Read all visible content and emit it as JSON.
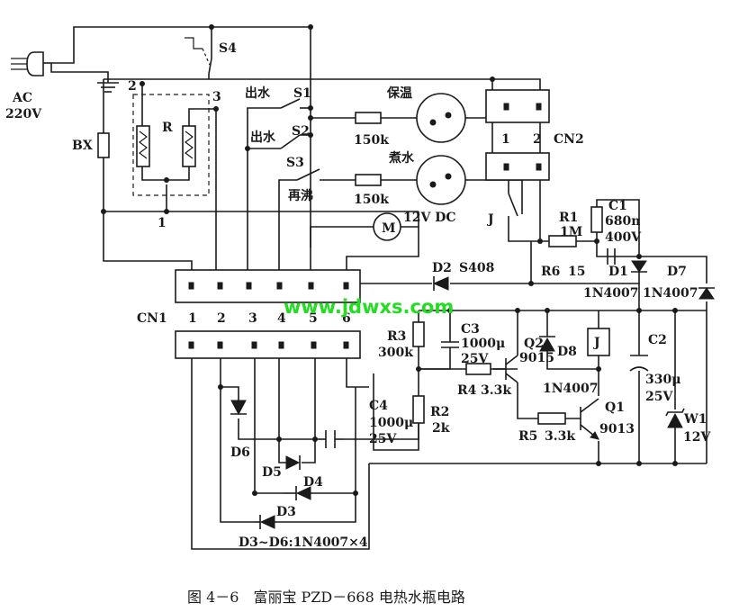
{
  "watermark": "www.jdwxs.com",
  "caption": "图 4－6　富丽宝 PZD－668 电热水瓶电路",
  "labels": {
    "ac": "AC",
    "v220": "220V",
    "bx": "BX",
    "s4": "S4",
    "node2": "2",
    "node3": "3",
    "node1": "1",
    "r": "R",
    "chushui1": "出水",
    "s1": "S1",
    "chushui2": "出水",
    "s2": "S2",
    "s3": "S3",
    "zaifei": "再沸",
    "baowen": "保温",
    "zhushui": "煮水",
    "r150k_1": "150k",
    "r150k_2": "150k",
    "motor": "M",
    "motor_rating": "12V DC",
    "cn2": "CN2",
    "cn2_1": "1",
    "cn2_2": "2",
    "j": "J",
    "r1": "R1",
    "r1_val": "1M",
    "c1": "C1",
    "c1_val": "680n",
    "c1_v": "400V",
    "r6": "R6",
    "r6_val": "15",
    "d1": "D1",
    "d1_part": "1N4007",
    "d7": "D7",
    "d7_part": "1N4007",
    "d2": "D2",
    "d2_part": "S408",
    "cn1": "CN1",
    "pins": [
      "1",
      "2",
      "3",
      "4",
      "5",
      "6"
    ],
    "r3": "R3",
    "r3_val": "300k",
    "c3": "C3",
    "c3_val": "1000μ",
    "c3_v": "25V",
    "q2": "Q2",
    "q2_part": "9015",
    "d8": "D8",
    "d8_part": "1N4007",
    "relay": "J",
    "c2": "C2",
    "c2_val": "330μ",
    "c2_v": "25V",
    "r4": "R4",
    "r4_val": "3.3k",
    "r2": "R2",
    "r2_val": "2k",
    "c4": "C4",
    "c4_val": "1000μ",
    "c4_v": "25V",
    "q1": "Q1",
    "q1_part": "9013",
    "r5": "R5",
    "r5_val": "3.3k",
    "w1": "W1",
    "w1_v": "12V",
    "d6": "D6",
    "d5": "D5",
    "d4": "D4",
    "d3": "D3",
    "d3_d6": "D3~D6:1N4007×4"
  }
}
